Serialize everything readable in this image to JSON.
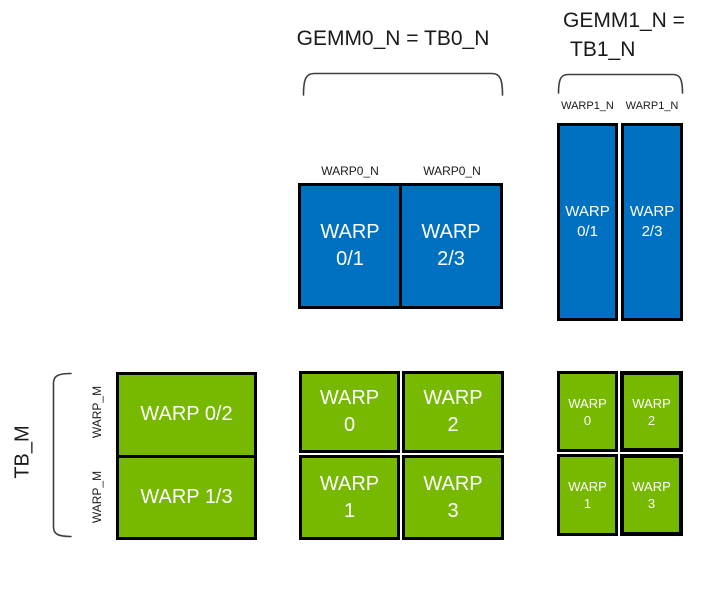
{
  "colors": {
    "blue": "#0070c0",
    "green": "#76b900",
    "border": "#000000",
    "bracket": "#3f3f3f",
    "label": "#1a1a1a",
    "celltext": "#ffffff"
  },
  "header": {
    "gemm0_title": "GEMM0_N = TB0_N",
    "gemm1_title_line1": "GEMM1_N =",
    "gemm1_title_line2": "TB1_N"
  },
  "gemm0_acc": {
    "col_labels": [
      "WARP0_N",
      "WARP0_N"
    ],
    "cells": [
      {
        "line1": "WARP",
        "line2": "0/1"
      },
      {
        "line1": "WARP",
        "line2": "2/3"
      }
    ]
  },
  "gemm1_acc": {
    "col_labels": [
      "WARP1_N",
      "WARP1_N"
    ],
    "cells": [
      {
        "line1": "WARP",
        "line2": "0/1"
      },
      {
        "line1": "WARP",
        "line2": "2/3"
      }
    ]
  },
  "left_axis": {
    "tb_label": "TB_M",
    "warp_labels": [
      "WARP_M",
      "WARP_M"
    ]
  },
  "tb_tile": {
    "rows": [
      {
        "label": "WARP 0/2"
      },
      {
        "label": "WARP 1/3"
      }
    ]
  },
  "gemm0_warps": {
    "cells": [
      {
        "line1": "WARP",
        "line2": "0"
      },
      {
        "line1": "WARP",
        "line2": "2"
      },
      {
        "line1": "WARP",
        "line2": "1"
      },
      {
        "line1": "WARP",
        "line2": "3"
      }
    ]
  },
  "gemm1_warps": {
    "cells": [
      {
        "line1": "WARP",
        "line2": "0"
      },
      {
        "line1": "WARP",
        "line2": "2"
      },
      {
        "line1": "WARP",
        "line2": "1"
      },
      {
        "line1": "WARP",
        "line2": "3"
      }
    ]
  }
}
